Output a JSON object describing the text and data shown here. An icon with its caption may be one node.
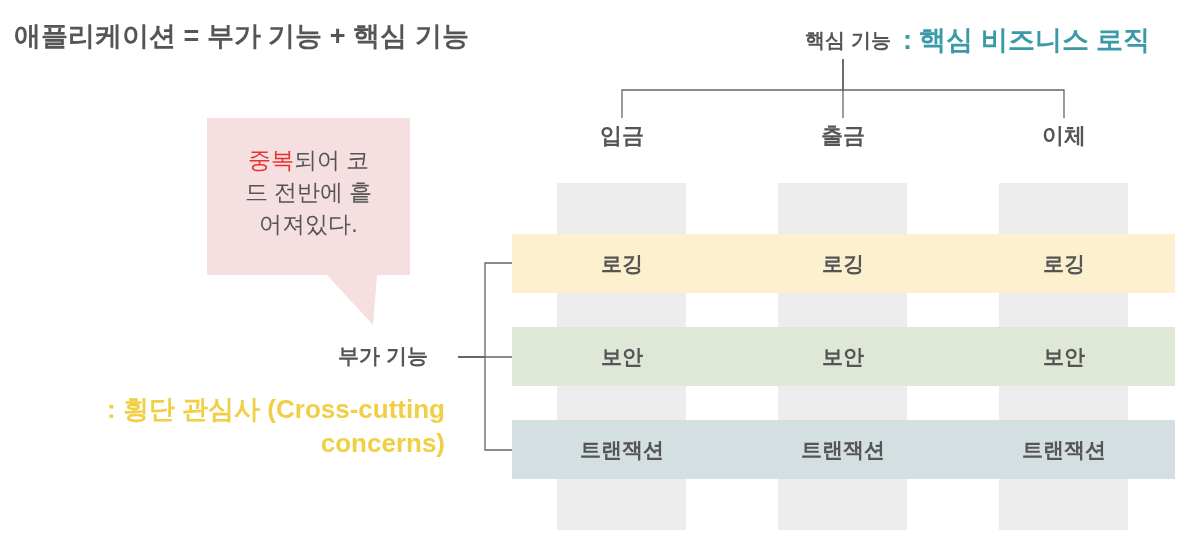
{
  "diagram": {
    "title": "애플리케이션 = 부가 기능 + 핵심 기능",
    "nodes": [
      {
        "text": [
          "핵심 기능"
        ],
        "beside": [
          ": 핵심 비즈니스 로직"
        ]
      },
      {
        "text": [
          "입금"
        ]
      },
      {
        "text": [
          "출금"
        ]
      },
      {
        "text": [
          "이체"
        ]
      },
      {
        "text": [
          "부가 기능"
        ],
        "beside": [
          ": 횡단 관심사 (Cross-cutting concerns)"
        ]
      },
      {
        "text": [
          "로깅",
          "로깅",
          "로깅"
        ]
      },
      {
        "text": [
          "보안",
          "보안",
          "보안"
        ]
      },
      {
        "text": [
          "트랜잭션",
          "트랜잭션",
          "트랜잭션"
        ]
      },
      {
        "text": [
          "중복",
          "되어 코드 전반에 흩어져있다."
        ]
      }
    ],
    "edges": [
      {
        "from": 0,
        "to": 1,
        "arrow": "none"
      },
      {
        "from": 0,
        "to": 2,
        "arrow": "none"
      },
      {
        "from": 0,
        "to": 3,
        "arrow": "none"
      },
      {
        "from": 4,
        "to": 5,
        "arrow": "none"
      },
      {
        "from": 4,
        "to": 6,
        "arrow": "none"
      },
      {
        "from": 4,
        "to": 7,
        "arrow": "none"
      }
    ]
  }
}
